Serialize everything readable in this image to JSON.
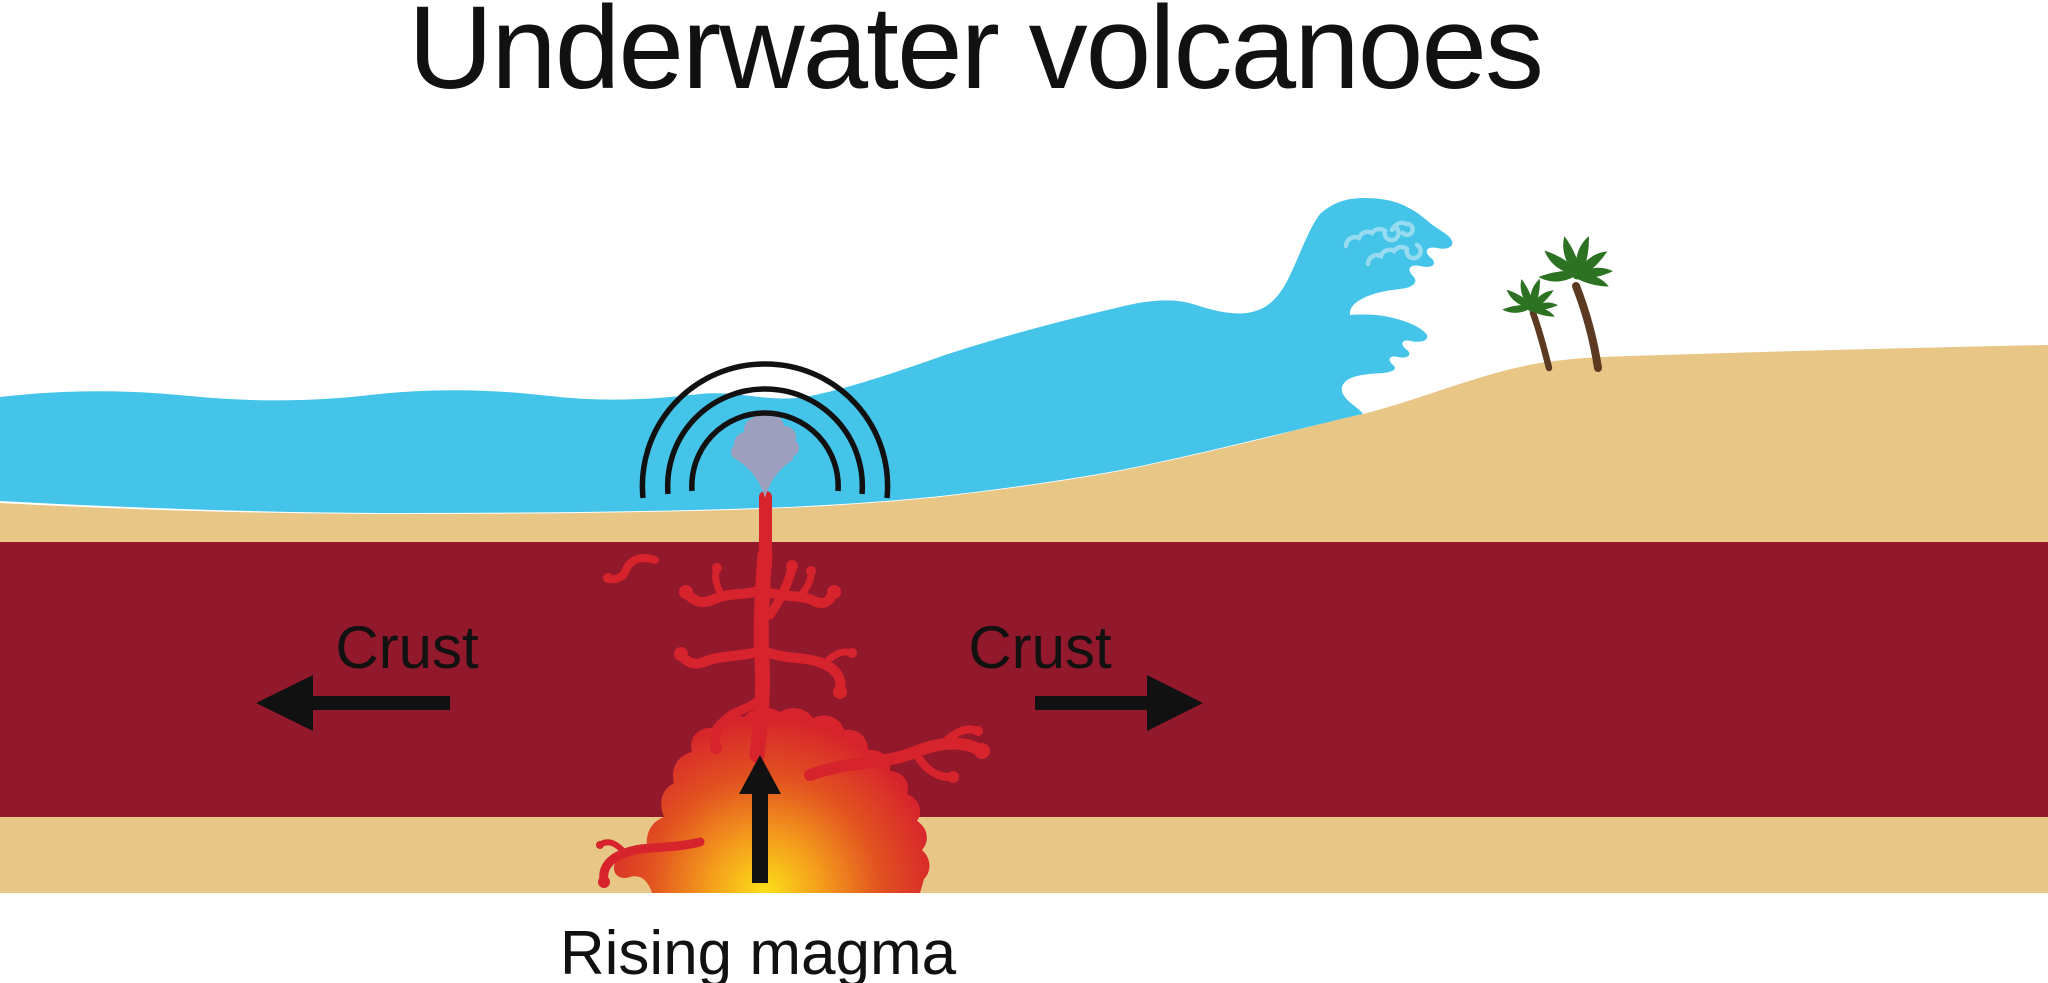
{
  "title": "Underwater volcanoes",
  "labels": {
    "crust_left": "Crust",
    "crust_right": "Crust",
    "rising_magma": "Rising magma"
  },
  "colors": {
    "ink": "#111111",
    "water": "#44C4E8",
    "wave_detail": "#96DBF0",
    "sand": "#E8C686",
    "crust": "#92182B",
    "magma": "#D7232C",
    "glow_yellow": "#FBE018",
    "glow_orange": "#F59E1C",
    "glow_deep": "#E25320",
    "plume": "#9CA0BE",
    "palm_green": "#2D7123",
    "palm_trunk": "#5C3A22"
  },
  "scene_elements": [
    "ocean-water-with-tsunami-wave-creature",
    "wave-curl-marks",
    "seafloor-and-island-sand",
    "palm-trees",
    "crust-layer",
    "shockwave-arcs",
    "eruption-plume",
    "volcanic-vent",
    "magma-branches",
    "magma-chamber-glow",
    "crust-arrow-left",
    "crust-arrow-right",
    "rising-magma-arrow"
  ]
}
